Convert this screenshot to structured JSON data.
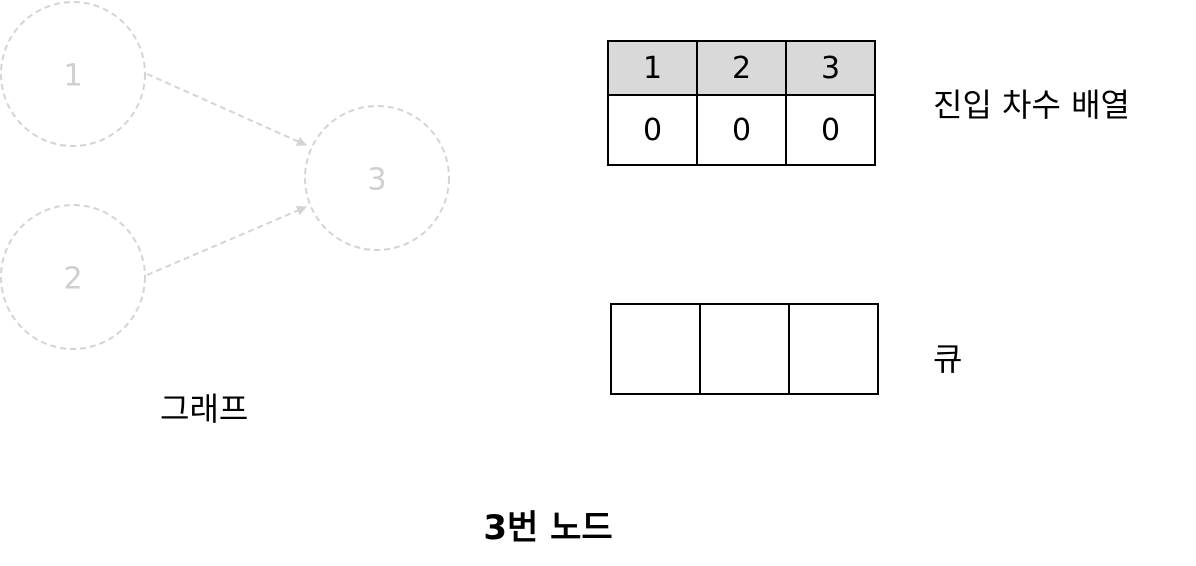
{
  "graph": {
    "label": "그래프",
    "nodes": [
      {
        "id": "1",
        "label": "1"
      },
      {
        "id": "2",
        "label": "2"
      },
      {
        "id": "3",
        "label": "3"
      }
    ],
    "edges": [
      {
        "from": "1",
        "to": "3"
      },
      {
        "from": "2",
        "to": "3"
      }
    ],
    "style": {
      "node_stroke": "#d4d4d4",
      "label_color": "#cfcfcf",
      "line": "dashed"
    }
  },
  "indegree_table": {
    "label": "진입 차수 배열",
    "headers": [
      "1",
      "2",
      "3"
    ],
    "values": [
      "0",
      "0",
      "0"
    ],
    "header_bg": "#d9d9d9"
  },
  "queue": {
    "label": "큐",
    "cells": [
      "",
      "",
      ""
    ]
  },
  "step_title": "3번 노드"
}
